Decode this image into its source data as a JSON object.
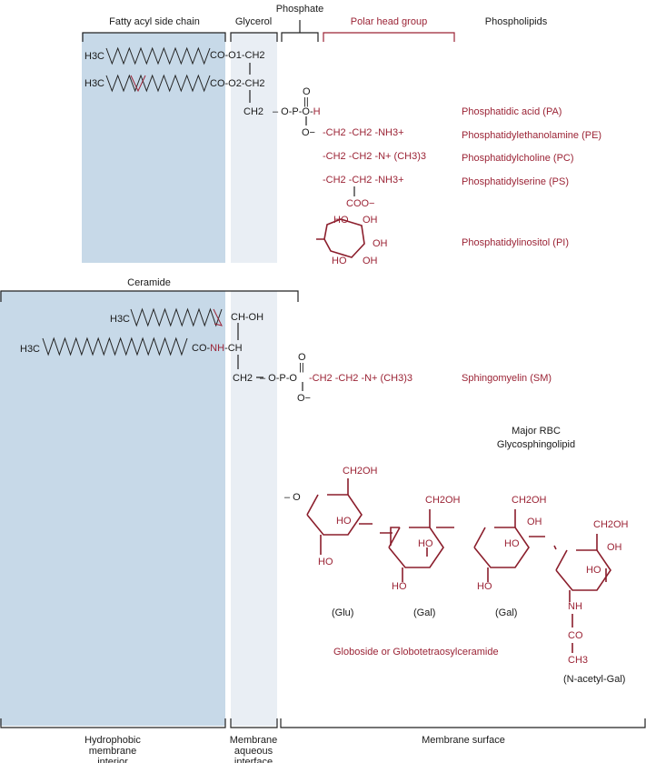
{
  "headers": {
    "fatty_acyl": "Fatty acyl side chain",
    "glycerol": "Glycerol",
    "phosphate": "Phosphate",
    "polar_head": "Polar head group",
    "phospholipids": "Phospholipids",
    "ceramide": "Ceramide"
  },
  "phospholipid": {
    "h3c": "H3C",
    "ester1": "CO-O1-CH2",
    "ester2": "CO-O2-CH2",
    "ch2": "CH2",
    "phosphate": "– O-P-O-",
    "h": "H",
    "o_top": "O",
    "double_bond": "||",
    "o_minus": "O−",
    "pe_group": "-CH2 -CH2 -NH3+",
    "pc_group": "-CH2 -CH2 -N+ (CH3)3",
    "ps_group": "-CH2 -CH2 -NH3+",
    "ps_coo": "COO−",
    "inositol": {
      "ho1": "HO",
      "oh1": "OH",
      "oh2": "OH",
      "ho2": "HO",
      "oh3": "OH"
    }
  },
  "names": {
    "pa": "Phosphatidic acid (PA)",
    "pe": "Phosphatidylethanolamine (PE)",
    "pc": "Phosphatidylcholine (PC)",
    "ps": "Phosphatidylserine (PS)",
    "pi": "Phosphatidylinositol (PI)",
    "sm": "Sphingomyelin (SM)"
  },
  "sphingo": {
    "h3c": "H3C",
    "choh": "CH-OH",
    "co": "CO-",
    "nh": "NH",
    "ch": "-CH",
    "ch2": "CH2",
    "phosphate": "– O-P-O",
    "choline": "-CH2 -CH2 -N+ (CH3)3",
    "o_top": "O",
    "double_bond": "||",
    "o_minus": "O−"
  },
  "glyco": {
    "title_line1": "Major RBC",
    "title_line2": "Glycosphingolipid",
    "o_link": "– O",
    "glu": {
      "ch2oh": "CH2OH",
      "ho1": "HO",
      "ho2": "HO",
      "label": "(Glu)"
    },
    "gal1": {
      "ch2oh": "CH2OH",
      "ho1": "HO",
      "ho2": "HO",
      "label": "(Gal)"
    },
    "gal2": {
      "ch2oh": "CH2OH",
      "oh": "OH",
      "ho1": "HO",
      "ho2": "HO",
      "label": "(Gal)"
    },
    "nacgal": {
      "ch2oh": "CH2OH",
      "oh": "OH",
      "ho": "HO",
      "nh": "NH",
      "co": "CO",
      "ch3": "CH3",
      "label": "(N-acetyl-Gal)"
    },
    "name": "Globoside or Globotetraosylceramide"
  },
  "footer": {
    "interior_1": "Hydrophobic",
    "interior_2": "membrane",
    "interior_3": "interior",
    "interface_1": "Membrane",
    "interface_2": "aqueous",
    "interface_3": "interface",
    "surface": "Membrane surface"
  },
  "colors": {
    "accent_red": "#9b2335",
    "hydrophobic_blue": "#c7d9e8",
    "interface_light": "#e9eef4"
  }
}
